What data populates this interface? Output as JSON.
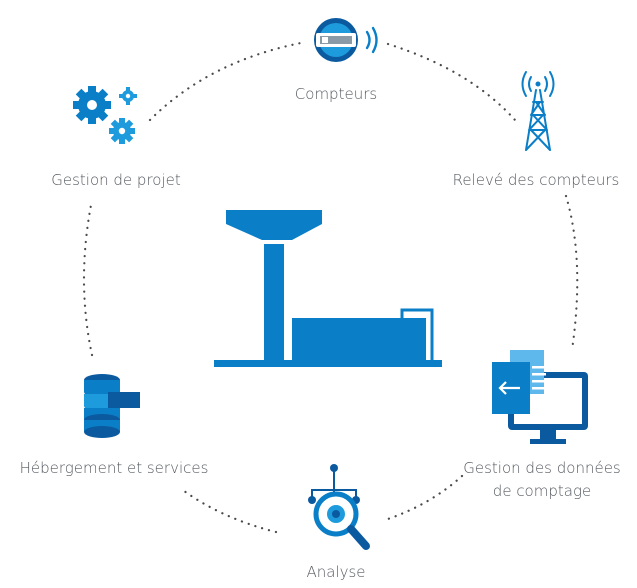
{
  "colors": {
    "primary": "#0a7fc7",
    "primary_dark": "#0b5aa0",
    "secondary": "#1d9bdc",
    "light": "#5fb8ec",
    "ring_dots": "#4a4a4a",
    "label_text": "#555a60"
  },
  "center": {
    "icon": "water-tower-and-tank-icon"
  },
  "nodes": [
    {
      "id": "compteurs",
      "label": "Compteurs",
      "icon": "water-meter-wireless-icon"
    },
    {
      "id": "releve",
      "label": "Relevé des compteurs",
      "icon": "radio-tower-icon"
    },
    {
      "id": "gestion-donnees",
      "label_line1": "Gestion des données",
      "label_line2": "de comptage",
      "icon": "desktop-data-transfer-icon"
    },
    {
      "id": "analyse",
      "label": "Analyse",
      "icon": "magnifier-analysis-icon"
    },
    {
      "id": "hebergement",
      "label": "Hébergement et services",
      "icon": "database-server-icon"
    },
    {
      "id": "gestion-projet",
      "label": "Gestion de projet",
      "icon": "gears-icon"
    }
  ]
}
